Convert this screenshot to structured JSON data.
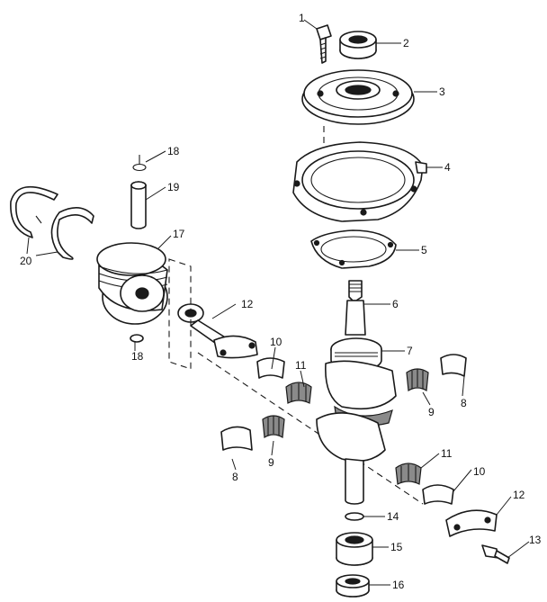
{
  "callouts": [
    {
      "id": "c1",
      "text": "1"
    },
    {
      "id": "c2",
      "text": "2"
    },
    {
      "id": "c3",
      "text": "3"
    },
    {
      "id": "c4",
      "text": "4"
    },
    {
      "id": "c5",
      "text": "5"
    },
    {
      "id": "c6",
      "text": "6"
    },
    {
      "id": "c7",
      "text": "7"
    },
    {
      "id": "c8a",
      "text": "8"
    },
    {
      "id": "c8b",
      "text": "8"
    },
    {
      "id": "c9a",
      "text": "9"
    },
    {
      "id": "c9b",
      "text": "9"
    },
    {
      "id": "c10a",
      "text": "10"
    },
    {
      "id": "c10b",
      "text": "10"
    },
    {
      "id": "c11a",
      "text": "11"
    },
    {
      "id": "c11b",
      "text": "11"
    },
    {
      "id": "c12a",
      "text": "12"
    },
    {
      "id": "c12b",
      "text": "12"
    },
    {
      "id": "c13",
      "text": "13"
    },
    {
      "id": "c14",
      "text": "14"
    },
    {
      "id": "c15",
      "text": "15"
    },
    {
      "id": "c16",
      "text": "16"
    },
    {
      "id": "c17",
      "text": "17"
    },
    {
      "id": "c18a",
      "text": "18"
    },
    {
      "id": "c18b",
      "text": "18"
    },
    {
      "id": "c19",
      "text": "19"
    },
    {
      "id": "c20",
      "text": "20"
    }
  ]
}
